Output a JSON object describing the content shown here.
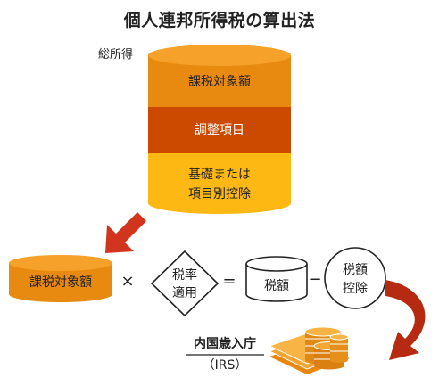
{
  "title": "個人連邦所得税の算出法",
  "gross_income_label": "総所得",
  "big_stack": {
    "taxable_income": "課税対象額",
    "adjustments": "調整項目",
    "deductions_line1": "基礎または",
    "deductions_line2": "項目別控除"
  },
  "formula": {
    "taxable_income": "課税対象額",
    "multiply": "×",
    "rate_line1": "税率",
    "rate_line2": "適用",
    "equals": "=",
    "tax_amount": "税額",
    "minus": "−",
    "credit_line1": "税額",
    "credit_line2": "控除"
  },
  "irs": {
    "name": "内国歳入庁",
    "abbr": "（IRS）"
  },
  "colors": {
    "orange_top": "#f5a12a",
    "orange_mid": "#e8860e",
    "red_orange": "#cc4a00",
    "yellow": "#fdb814",
    "arrow_red": "#d2351e",
    "coin": "#f0a030"
  }
}
